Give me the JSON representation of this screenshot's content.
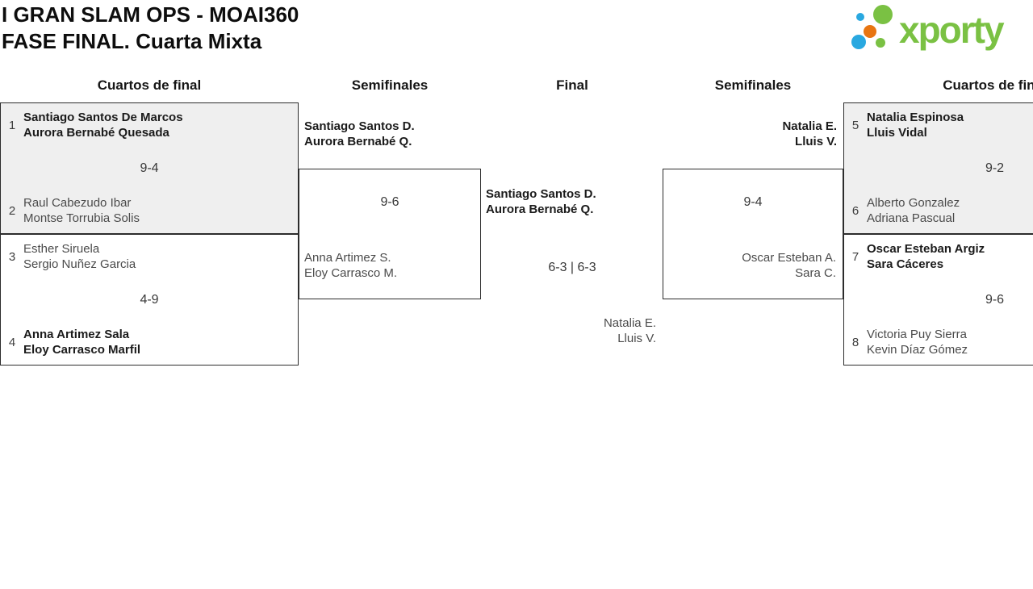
{
  "title": {
    "line1": "I GRAN SLAM OPS - MOAI360",
    "line2": "FASE FINAL. Cuarta Mixta"
  },
  "logo": {
    "brand": "xporty",
    "colors": {
      "green": "#7ac143",
      "blue": "#29a8e0",
      "orange": "#e87511"
    }
  },
  "round_headers": [
    "Cuartos de final",
    "Semifinales",
    "Final",
    "Semifinales",
    "Cuartos de final"
  ],
  "bracket": {
    "qf_left_top": {
      "seed_top": "1",
      "team_top": [
        "Santiago Santos De Marcos",
        "Aurora Bernabé Quesada"
      ],
      "score": "9-4",
      "seed_bottom": "2",
      "team_bottom": [
        "Raul Cabezudo Ibar",
        "Montse Torrubia Solis"
      ]
    },
    "qf_left_bottom": {
      "seed_top": "3",
      "team_top": [
        "Esther Siruela",
        "Sergio Nuñez Garcia"
      ],
      "score": "4-9",
      "seed_bottom": "4",
      "team_bottom": [
        "Anna Artimez Sala",
        "Eloy Carrasco Marfil"
      ]
    },
    "sf_left": {
      "winner": [
        "Santiago Santos D.",
        "Aurora Bernabé Q."
      ],
      "score": "9-6",
      "loser": [
        "Anna Artimez S.",
        "Eloy Carrasco M."
      ]
    },
    "final": {
      "winner": [
        "Santiago Santos D.",
        "Aurora Bernabé Q."
      ],
      "score": "6-3 | 6-3",
      "loser": [
        "Natalia E.",
        "Lluis V."
      ]
    },
    "sf_right": {
      "winner": [
        "Natalia E.",
        "Lluis V."
      ],
      "score": "9-4",
      "loser": [
        "Oscar Esteban A.",
        "Sara C."
      ]
    },
    "qf_right_top": {
      "seed_top": "5",
      "team_top": [
        "Natalia Espinosa",
        "Lluis Vidal"
      ],
      "score": "9-2",
      "seed_bottom": "6",
      "team_bottom": [
        "Alberto Gonzalez",
        "Adriana Pascual"
      ]
    },
    "qf_right_bottom": {
      "seed_top": "7",
      "team_top": [
        "Oscar Esteban Argiz",
        "Sara Cáceres"
      ],
      "score": "9-6",
      "seed_bottom": "8",
      "team_bottom": [
        "Victoria Puy Sierra",
        "Kevin Díaz Gómez"
      ]
    }
  }
}
